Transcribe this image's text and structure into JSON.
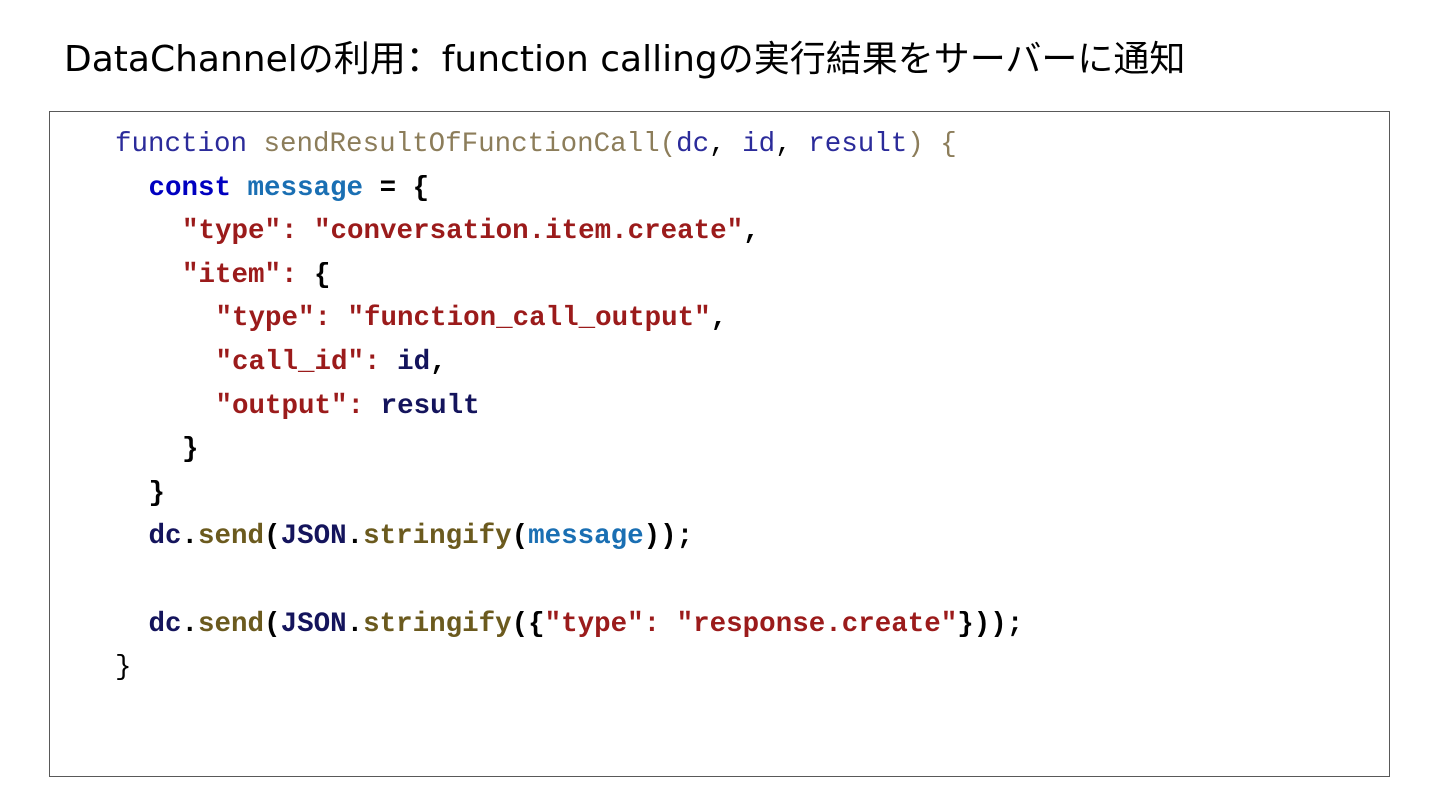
{
  "slide": {
    "title": "DataChannelの利用：function callingの実行結果をサーバーに通知"
  },
  "colors": {
    "keyword": "#2b2b9a",
    "function_name": "#8c7d5a",
    "param": "#2b2b9a",
    "plain": "#000000",
    "bold_keyword": "#0000c0",
    "variable": "#1a6fb3",
    "string": "#9b1b1b",
    "identifier": "#14145c",
    "method": "#6b5a1e"
  },
  "code": {
    "lines": [
      {
        "indent": 0,
        "weight": "normal",
        "tokens": [
          {
            "text": "function",
            "color": "#2b2b9a"
          },
          {
            "text": " ",
            "color": "#000000"
          },
          {
            "text": "sendResultOfFunctionCall",
            "color": "#8c7d5a"
          },
          {
            "text": "(",
            "color": "#8c7d5a"
          },
          {
            "text": "dc",
            "color": "#2b2b9a"
          },
          {
            "text": ", ",
            "color": "#000000"
          },
          {
            "text": "id",
            "color": "#2b2b9a"
          },
          {
            "text": ", ",
            "color": "#000000"
          },
          {
            "text": "result",
            "color": "#2b2b9a"
          },
          {
            "text": ") {",
            "color": "#8c7d5a"
          }
        ]
      },
      {
        "indent": 1,
        "weight": "bold",
        "tokens": [
          {
            "text": "const",
            "color": "#0000c0"
          },
          {
            "text": " ",
            "color": "#000000"
          },
          {
            "text": "message",
            "color": "#1a6fb3"
          },
          {
            "text": " = {",
            "color": "#000000"
          }
        ]
      },
      {
        "indent": 2,
        "weight": "bold",
        "tokens": [
          {
            "text": "\"",
            "color": "#9b1b1b"
          },
          {
            "text": "type",
            "color": "#9b1b1b"
          },
          {
            "text": "\": ",
            "color": "#9b1b1b"
          },
          {
            "text": "\"conversation.item.create\"",
            "color": "#9b1b1b"
          },
          {
            "text": ",",
            "color": "#000000"
          }
        ]
      },
      {
        "indent": 2,
        "weight": "bold",
        "tokens": [
          {
            "text": "\"",
            "color": "#9b1b1b"
          },
          {
            "text": "item",
            "color": "#9b1b1b"
          },
          {
            "text": "\": ",
            "color": "#9b1b1b"
          },
          {
            "text": "{",
            "color": "#000000"
          }
        ]
      },
      {
        "indent": 3,
        "weight": "bold",
        "tokens": [
          {
            "text": "\"",
            "color": "#9b1b1b"
          },
          {
            "text": "type",
            "color": "#9b1b1b"
          },
          {
            "text": "\": ",
            "color": "#9b1b1b"
          },
          {
            "text": "\"function_call_output\"",
            "color": "#9b1b1b"
          },
          {
            "text": ",",
            "color": "#000000"
          }
        ]
      },
      {
        "indent": 3,
        "weight": "bold",
        "tokens": [
          {
            "text": "\"",
            "color": "#9b1b1b"
          },
          {
            "text": "call_id",
            "color": "#9b1b1b"
          },
          {
            "text": "\": ",
            "color": "#9b1b1b"
          },
          {
            "text": "id",
            "color": "#14145c"
          },
          {
            "text": ",",
            "color": "#000000"
          }
        ]
      },
      {
        "indent": 3,
        "weight": "bold",
        "tokens": [
          {
            "text": "\"",
            "color": "#9b1b1b"
          },
          {
            "text": "output",
            "color": "#9b1b1b"
          },
          {
            "text": "\": ",
            "color": "#9b1b1b"
          },
          {
            "text": "result",
            "color": "#14145c"
          }
        ]
      },
      {
        "indent": 2,
        "weight": "bold",
        "tokens": [
          {
            "text": "}",
            "color": "#000000"
          }
        ]
      },
      {
        "indent": 1,
        "weight": "bold",
        "tokens": [
          {
            "text": "}",
            "color": "#000000"
          }
        ]
      },
      {
        "indent": 1,
        "weight": "bold",
        "tokens": [
          {
            "text": "dc",
            "color": "#14145c"
          },
          {
            "text": ".",
            "color": "#000000"
          },
          {
            "text": "send",
            "color": "#6b5a1e"
          },
          {
            "text": "(",
            "color": "#000000"
          },
          {
            "text": "JSON",
            "color": "#14145c"
          },
          {
            "text": ".",
            "color": "#000000"
          },
          {
            "text": "stringify",
            "color": "#6b5a1e"
          },
          {
            "text": "(",
            "color": "#000000"
          },
          {
            "text": "message",
            "color": "#1a6fb3"
          },
          {
            "text": "));",
            "color": "#000000"
          }
        ]
      },
      {
        "indent": 0,
        "weight": "normal",
        "tokens": []
      },
      {
        "indent": 1,
        "weight": "bold",
        "tokens": [
          {
            "text": "dc",
            "color": "#14145c"
          },
          {
            "text": ".",
            "color": "#000000"
          },
          {
            "text": "send",
            "color": "#6b5a1e"
          },
          {
            "text": "(",
            "color": "#000000"
          },
          {
            "text": "JSON",
            "color": "#14145c"
          },
          {
            "text": ".",
            "color": "#000000"
          },
          {
            "text": "stringify",
            "color": "#6b5a1e"
          },
          {
            "text": "({",
            "color": "#000000"
          },
          {
            "text": "\"type\": ",
            "color": "#9b1b1b"
          },
          {
            "text": "\"response.create\"",
            "color": "#9b1b1b"
          },
          {
            "text": "}));",
            "color": "#000000"
          }
        ]
      },
      {
        "indent": 0,
        "weight": "normal",
        "tokens": [
          {
            "text": "}",
            "color": "#000000"
          }
        ]
      }
    ]
  }
}
